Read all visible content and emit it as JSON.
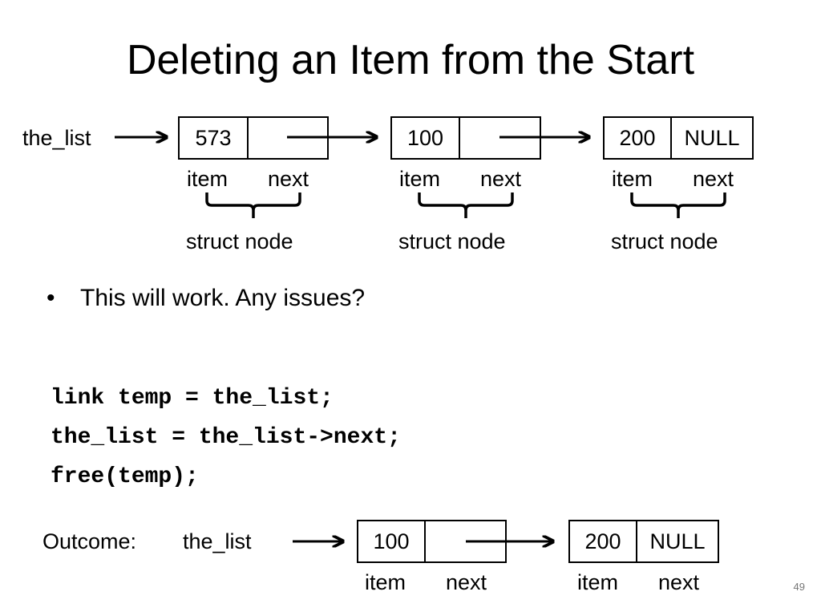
{
  "title": "Deleting an Item from the Start",
  "top_diagram": {
    "head_label": "the_list",
    "nodes": [
      {
        "item": "573",
        "next": ""
      },
      {
        "item": "100",
        "next": ""
      },
      {
        "item": "200",
        "next": "NULL"
      }
    ],
    "field_labels": {
      "item": "item",
      "next": "next"
    },
    "struct_label": "struct node"
  },
  "bullet": "This will work. Any issues?",
  "code_lines": [
    "link temp = the_list;",
    "the_list = the_list->next;",
    "free(temp);"
  ],
  "outcome": {
    "label": "Outcome:",
    "head_label": "the_list",
    "nodes": [
      {
        "item": "100",
        "next": ""
      },
      {
        "item": "200",
        "next": "NULL"
      }
    ],
    "field_labels": {
      "item": "item",
      "next": "next"
    }
  },
  "page_number": "49"
}
